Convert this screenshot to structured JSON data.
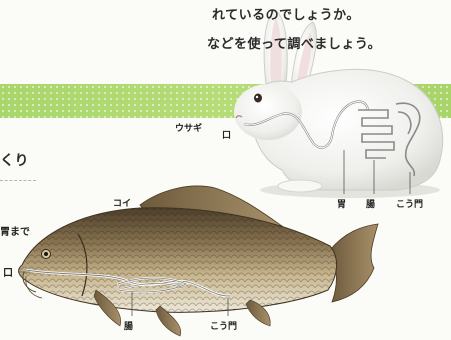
{
  "intro": {
    "line1": "れているのでしょうか。",
    "line2": "などを使って調べましょう。"
  },
  "section": {
    "heading": "くり",
    "side_note": "胃まで",
    "mouth_label": "口"
  },
  "rabbit": {
    "name": "ウサギ",
    "mouth": "口",
    "stomach": "胃",
    "intestine": "腸",
    "anus": "こう門"
  },
  "carp": {
    "name": "コイ",
    "intestine": "腸",
    "anus": "こう門"
  },
  "colors": {
    "band": "#b2da72",
    "rabbit_fur": "#f4f4f2",
    "carp_back": "#6b5a3e",
    "carp_belly": "#f2efe6"
  }
}
